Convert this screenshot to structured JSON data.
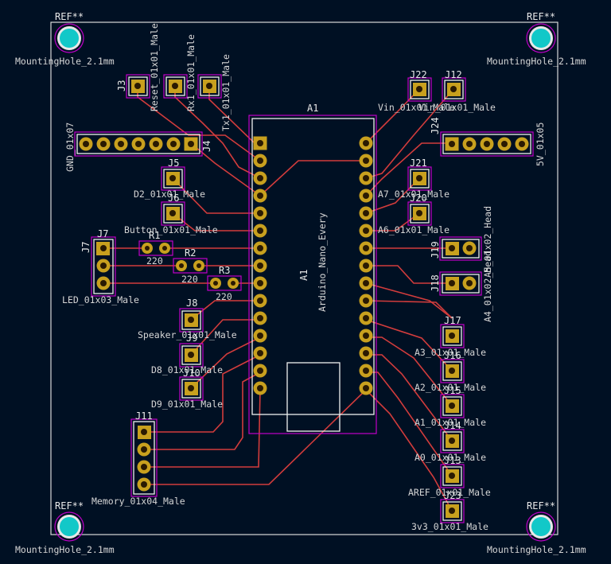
{
  "board": {
    "colors": {
      "background": "#001023",
      "trace": "#d23c3c",
      "pad": "#c8a01e",
      "courtyard": "#c000c8",
      "edge": "#d9d9d9",
      "silk": "#f0f0f0",
      "hole": "#12c8c8"
    },
    "mounting_holes": {
      "ref": "REF**",
      "value": "MountingHole_2.1mm"
    },
    "arduino": {
      "ref": "A1",
      "value": "Arduino_Nano_Every",
      "ref2": "A1"
    },
    "left_top": {
      "j3": {
        "ref": "J3",
        "value": "Reset_01x01_Male"
      },
      "j_rx": {
        "value": "Rx1_01x01_Male"
      },
      "j_tx": {
        "value": "Tx1_01x01_Male"
      }
    },
    "j4": {
      "ref": "J4",
      "value": "GND_01x07"
    },
    "j5": {
      "ref": "J5",
      "value": "D2_01x01_Male"
    },
    "j6": {
      "ref": "J6",
      "value": "Button_01x01_Male"
    },
    "j7": {
      "ref": "J7",
      "ref2": "J7",
      "value": "LED_01x03_Male"
    },
    "r1": {
      "ref": "R1",
      "value": "220"
    },
    "r2": {
      "ref": "R2",
      "value": "220"
    },
    "r3": {
      "ref": "R3",
      "value": "220"
    },
    "j8": {
      "ref": "J8",
      "value": "Speaker_01x01_Male"
    },
    "j9": {
      "ref": "J9",
      "value": "D8_01x01_Male"
    },
    "j10": {
      "ref": "J10",
      "value": "D9_01x01_Male"
    },
    "j11": {
      "ref": "J11",
      "value": "Memory_01x04_Male"
    },
    "j22": {
      "ref": "J22",
      "value": "Vin_01x01_Male"
    },
    "j12": {
      "ref": "J12",
      "value": "Vin_01x01_Male"
    },
    "j24": {
      "ref": "J24",
      "value": "5V_01x05"
    },
    "j21": {
      "ref": "J21",
      "value": "A7_01x01_Male"
    },
    "j20": {
      "ref": "J20",
      "value": "A6_01x01_Male"
    },
    "j19": {
      "ref": "J19",
      "value": "A5_01x02_Head"
    },
    "j18": {
      "ref": "J18",
      "value": "A4_01x02_Head"
    },
    "j17": {
      "ref": "J17",
      "value": "A3_01x01_Male"
    },
    "j16": {
      "ref": "J16",
      "value": "A2_01x01_Male"
    },
    "j15": {
      "ref": "J15",
      "value": "A1_01x01_Male"
    },
    "j14": {
      "ref": "J14",
      "value": "A0_01x01_Male"
    },
    "j13": {
      "ref": "J13",
      "value": "AREF_01x01_Male"
    },
    "j23": {
      "ref": "J23",
      "value": "3v3_01x01_Male"
    }
  }
}
